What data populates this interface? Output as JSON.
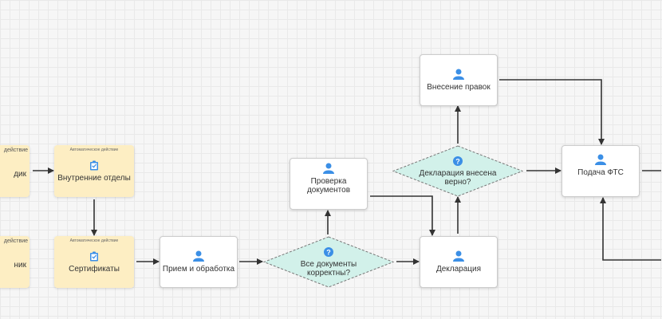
{
  "colors": {
    "task_bg": "#ffffff",
    "auto_bg": "#fdeec3",
    "gateway_bg": "#d2f1ea",
    "icon": "#3b8fe6",
    "edge": "#333333"
  },
  "auto_header": "Автоматическое действие",
  "nodes": {
    "left_top": {
      "header": "действие",
      "label": "дик"
    },
    "left_bottom": {
      "header": "действие",
      "label": "ник"
    },
    "internal": {
      "label": "Внутренние отделы"
    },
    "certs": {
      "label": "Сертификаты"
    },
    "intake": {
      "label": "Прием и обработка"
    },
    "gw_docs": {
      "label": "Все документы корректны?"
    },
    "check": {
      "label": "Проверка документов"
    },
    "decl": {
      "label": "Декларация"
    },
    "gw_decl": {
      "label": "Декларация внесена верно?"
    },
    "fix": {
      "label": "Внесение правок"
    },
    "fts": {
      "label": "Подача ФТС"
    }
  }
}
